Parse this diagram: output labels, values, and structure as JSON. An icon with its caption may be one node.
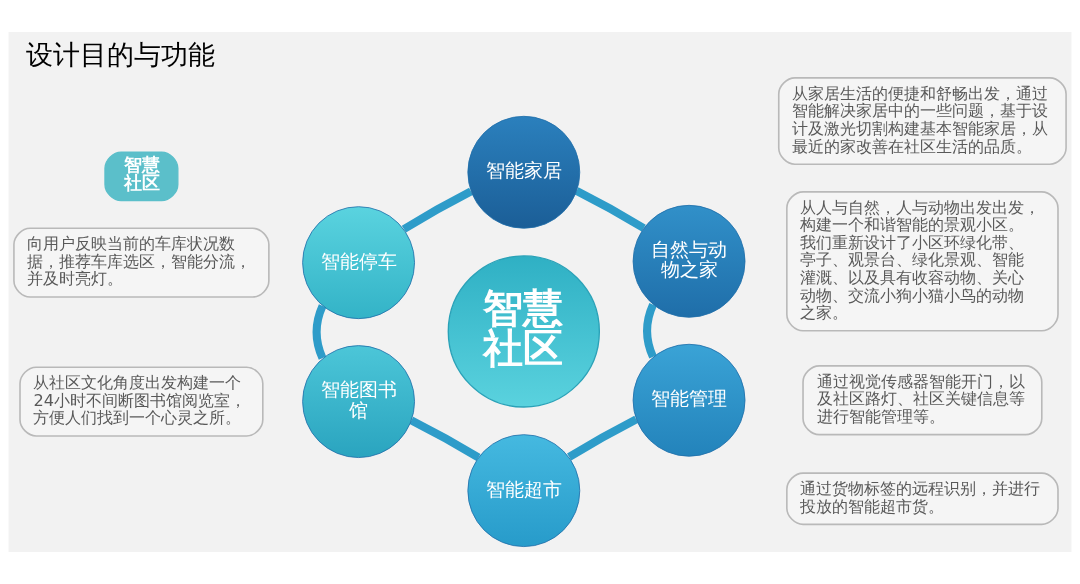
{
  "diagram": {
    "title": "设计目的与功能",
    "nodes": [
      {
        "text": [
          "智慧社区"
        ]
      },
      {
        "text": [
          "智慧社区"
        ]
      },
      {
        "text": [
          "智能家居"
        ]
      },
      {
        "text": [
          "自然与动物之家"
        ]
      },
      {
        "text": [
          "智能管理"
        ]
      },
      {
        "text": [
          "智能超市"
        ]
      },
      {
        "text": [
          "智能图书馆"
        ]
      },
      {
        "text": [
          "智能停车"
        ]
      },
      {
        "text": [
          "从家居生活的便捷和舒畅出发，通过智能解决家居中的一些问题，基于设计及激光切割构建基本智能家居，从最近的家改善在社区生活的品质。"
        ]
      },
      {
        "text": [
          "从人与自然，人与动物出发出发，构建一个和谐智能的景观小区。我们重新设计了小区环绿化带、亭子、观景台、绿化景观、智能灌溉、以及具有收容动物、关心动物、交流小狗小猫小鸟的动物之家。"
        ]
      },
      {
        "text": [
          "通过视觉传感器智能开门，以及社区路灯、社区关键信息等进行智能管理等。"
        ]
      },
      {
        "text": [
          "通过货物标签的远程识别，并进行投放的智能超市货。"
        ]
      },
      {
        "text": [
          "从社区文化角度出发构建一个24小时不间断图书馆阅览室，方便人们找到一个心灵之所。"
        ]
      },
      {
        "text": [
          "向用户反映当前的车库状况数据，推荐车库选区，智能分流，并及时亮灯。"
        ]
      }
    ],
    "edges": [
      {
        "from": 2,
        "to": 3,
        "arrow": "none"
      },
      {
        "from": 3,
        "to": 4,
        "arrow": "none"
      },
      {
        "from": 4,
        "to": 5,
        "arrow": "none"
      },
      {
        "from": 5,
        "to": 6,
        "arrow": "none"
      },
      {
        "from": 6,
        "to": 7,
        "arrow": "none"
      },
      {
        "from": 7,
        "to": 2,
        "arrow": "none"
      }
    ]
  }
}
